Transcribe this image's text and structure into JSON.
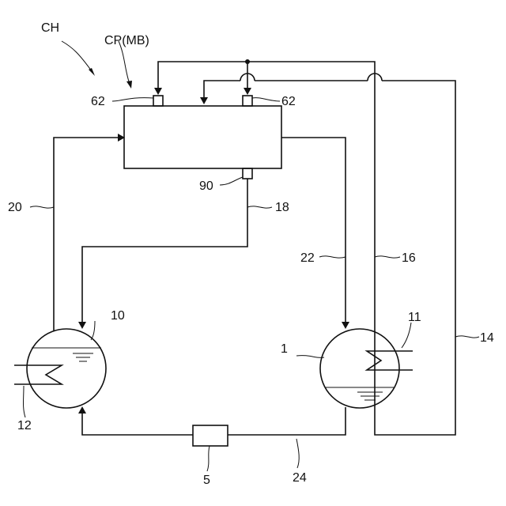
{
  "labels": {
    "system": "CH",
    "unit": "CP(MB)",
    "sensor_left": "62",
    "sensor_right": "62",
    "sensor_bottom": "90",
    "line_left": "20",
    "line_outlet": "18",
    "line_middle": "22",
    "line_16": "16",
    "line_14": "14",
    "vessel_left": "10",
    "vessel_right": "1",
    "coil_left": "12",
    "coil_right": "11",
    "pump": "5",
    "line_bottom": "24"
  }
}
